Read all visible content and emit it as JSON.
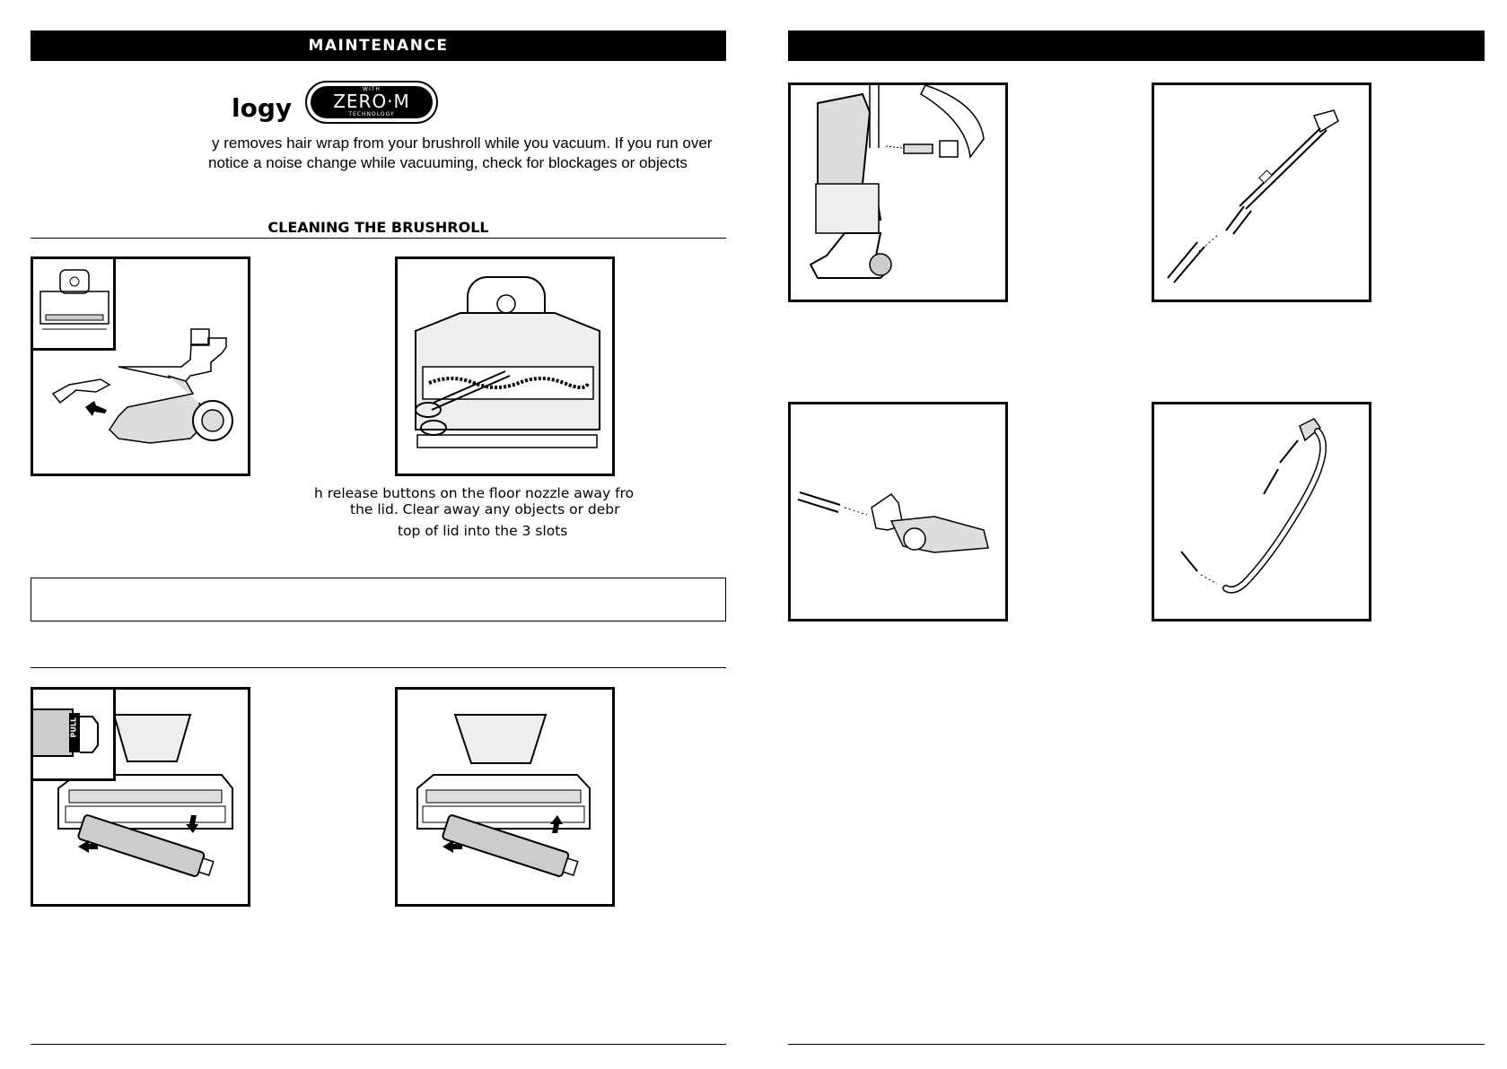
{
  "left_page": {
    "header": "MAINTENANCE",
    "tech_heading_fragment": "logy",
    "logo": {
      "top_word": "WITH",
      "main": "ZERO·M",
      "bottom_word": "TECHNOLOGY"
    },
    "intro_lines": [
      "y removes hair wrap from your brushroll while you vacuum. If you run over",
      "notice a noise change while vacuuming, check for blockages or objects"
    ],
    "section_title": "CLEANING THE BRUSHROLL",
    "step_lines": [
      "h release buttons on the floor nozzle away fro",
      "the lid. Clear away any objects or debr",
      "top of lid into the 3 slots"
    ],
    "pull_label": "PULL"
  },
  "right_page": {
    "header": ""
  },
  "icons": [
    "nozzle-lid-illustration",
    "scissors-brushroll-illustration",
    "brushroll-removal-illustration",
    "brushroll-insert-illustration",
    "handle-hose-illustration",
    "wand-illustration",
    "nozzle-connector-illustration",
    "hose-illustration",
    "arrow-icon"
  ]
}
